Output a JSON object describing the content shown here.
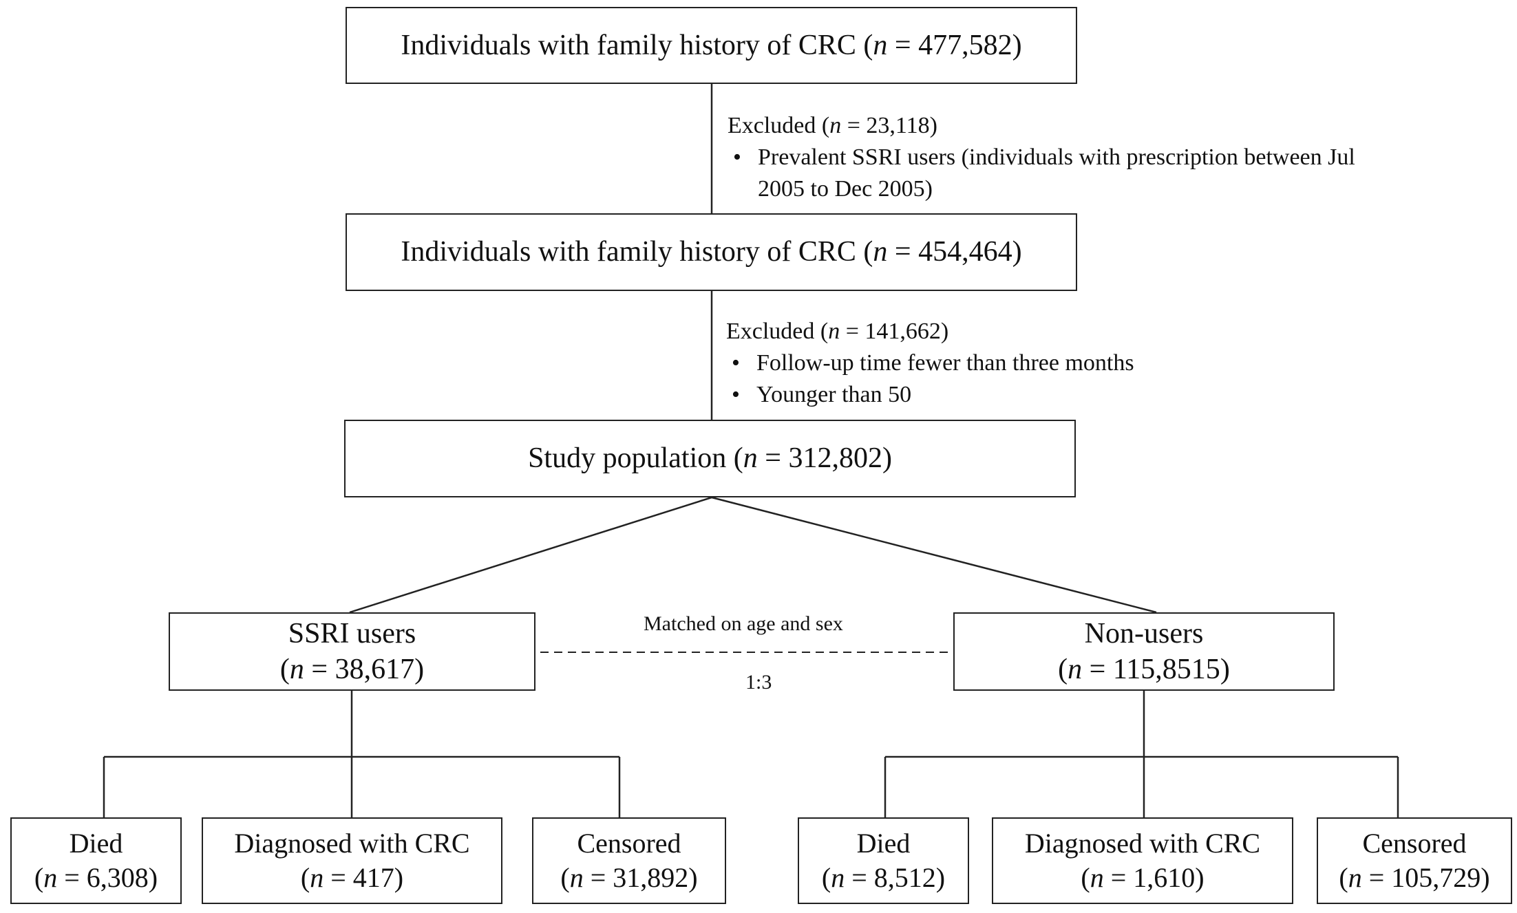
{
  "nodes": {
    "top": {
      "label": "Individuals with family history of CRC",
      "n": "477,582"
    },
    "second": {
      "label": "Individuals with family history of CRC",
      "n": "454,464"
    },
    "study": {
      "label": "Study population",
      "n": "312,802"
    },
    "ssri": {
      "label": "SSRI users",
      "n": "38,617"
    },
    "nonusers": {
      "label": "Non-users",
      "n": "115,8515"
    },
    "ssri_died": {
      "label": "Died",
      "n": "6,308"
    },
    "ssri_crc": {
      "label": "Diagnosed with CRC",
      "n": "417"
    },
    "ssri_censored": {
      "label": "Censored",
      "n": "31,892"
    },
    "non_died": {
      "label": "Died",
      "n": "8,512"
    },
    "non_crc": {
      "label": "Diagnosed with CRC",
      "n": "1,610"
    },
    "non_censored": {
      "label": "Censored",
      "n": "105,729"
    }
  },
  "exclusions": [
    {
      "heading": "Excluded",
      "n": "23,118",
      "bullets": [
        "Prevalent SSRI users (individuals with prescription between Jul",
        "2005 to  Dec 2005)"
      ]
    },
    {
      "heading": "Excluded",
      "n": "141,662",
      "bullets": [
        "Follow-up time fewer than three months",
        "Younger than 50"
      ]
    }
  ],
  "matching": {
    "label": "Matched on age and sex",
    "ratio": "1:3"
  },
  "symbols": {
    "n": "n",
    "eq": " = ",
    "bullet": "•"
  }
}
